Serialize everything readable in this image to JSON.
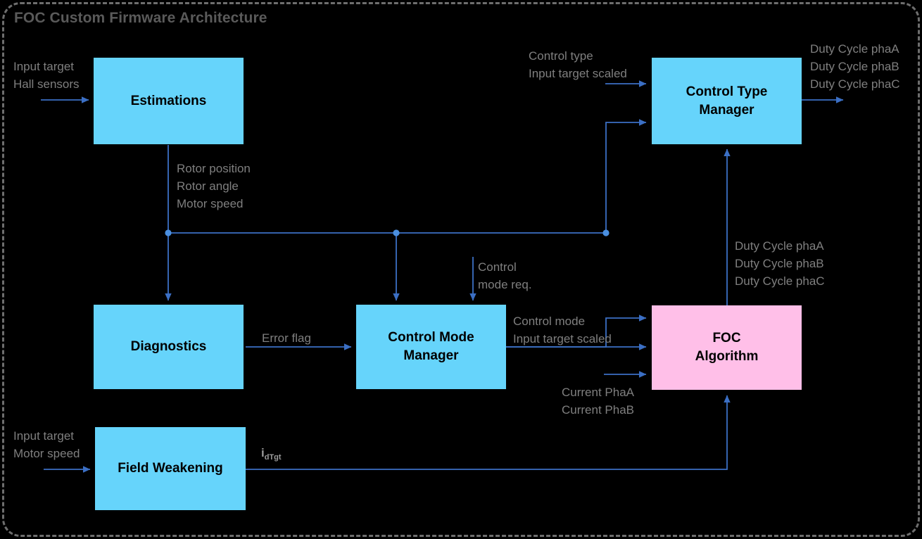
{
  "diagram": {
    "title": "FOC Custom Firmware Architecture",
    "type": "block-diagram",
    "colors": {
      "background": "#000000",
      "block_cyan": "#66d4fb",
      "block_pink": "#ffbfe8",
      "wire": "#3b6fc4",
      "junction": "#4a8fe0",
      "label_text": "#7f7f7f",
      "title_text": "#5a5a5a",
      "border": "#6e6e6e"
    },
    "nodes": [
      {
        "id": "estimations",
        "label": "Estimations",
        "fill": "cyan"
      },
      {
        "id": "diagnostics",
        "label": "Diagnostics",
        "fill": "cyan"
      },
      {
        "id": "field_weak",
        "label": "Field Weakening",
        "fill": "cyan"
      },
      {
        "id": "ctrl_mode",
        "label": "Control Mode\nManager",
        "fill": "cyan"
      },
      {
        "id": "ctrl_type",
        "label": "Control Type\nManager",
        "fill": "cyan"
      },
      {
        "id": "foc",
        "label": "FOC\nAlgorithm",
        "fill": "pink"
      }
    ],
    "node_labels": {
      "estimations": "Estimations",
      "diagnostics": "Diagnostics",
      "field_weakening": "Field Weakening",
      "control_mode_manager_line1": "Control Mode",
      "control_mode_manager_line2": "Manager",
      "control_type_manager_line1": "Control Type",
      "control_type_manager_line2": "Manager",
      "foc_line1": "FOC",
      "foc_line2": "Algorithm"
    },
    "signals": {
      "estimations_in_1": "Input target",
      "estimations_in_2": "Hall sensors",
      "estimations_out_1": "Rotor position",
      "estimations_out_2": "Rotor angle",
      "estimations_out_3": "Motor speed",
      "ctrl_type_in_1": "Control type",
      "ctrl_type_in_2": "Input target scaled",
      "ctrl_type_out_1": "Duty Cycle phaA",
      "ctrl_type_out_2": "Duty Cycle phaB",
      "ctrl_type_out_3": "Duty Cycle phaC",
      "foc_out_1": "Duty Cycle phaA",
      "foc_out_2": "Duty Cycle phaB",
      "foc_out_3": "Duty Cycle phaC",
      "ctrl_mode_req_1": "Control",
      "ctrl_mode_req_2": "mode req.",
      "error_flag": "Error flag",
      "ctrl_mode_to_foc_1": "Control mode",
      "ctrl_mode_to_foc_2": "Input target scaled",
      "current_1": "Current PhaA",
      "current_2": "Current PhaB",
      "fw_in_1": "Input target",
      "fw_in_2": "Motor speed",
      "fw_out_base": "i",
      "fw_out_sub": "dTgt"
    }
  }
}
